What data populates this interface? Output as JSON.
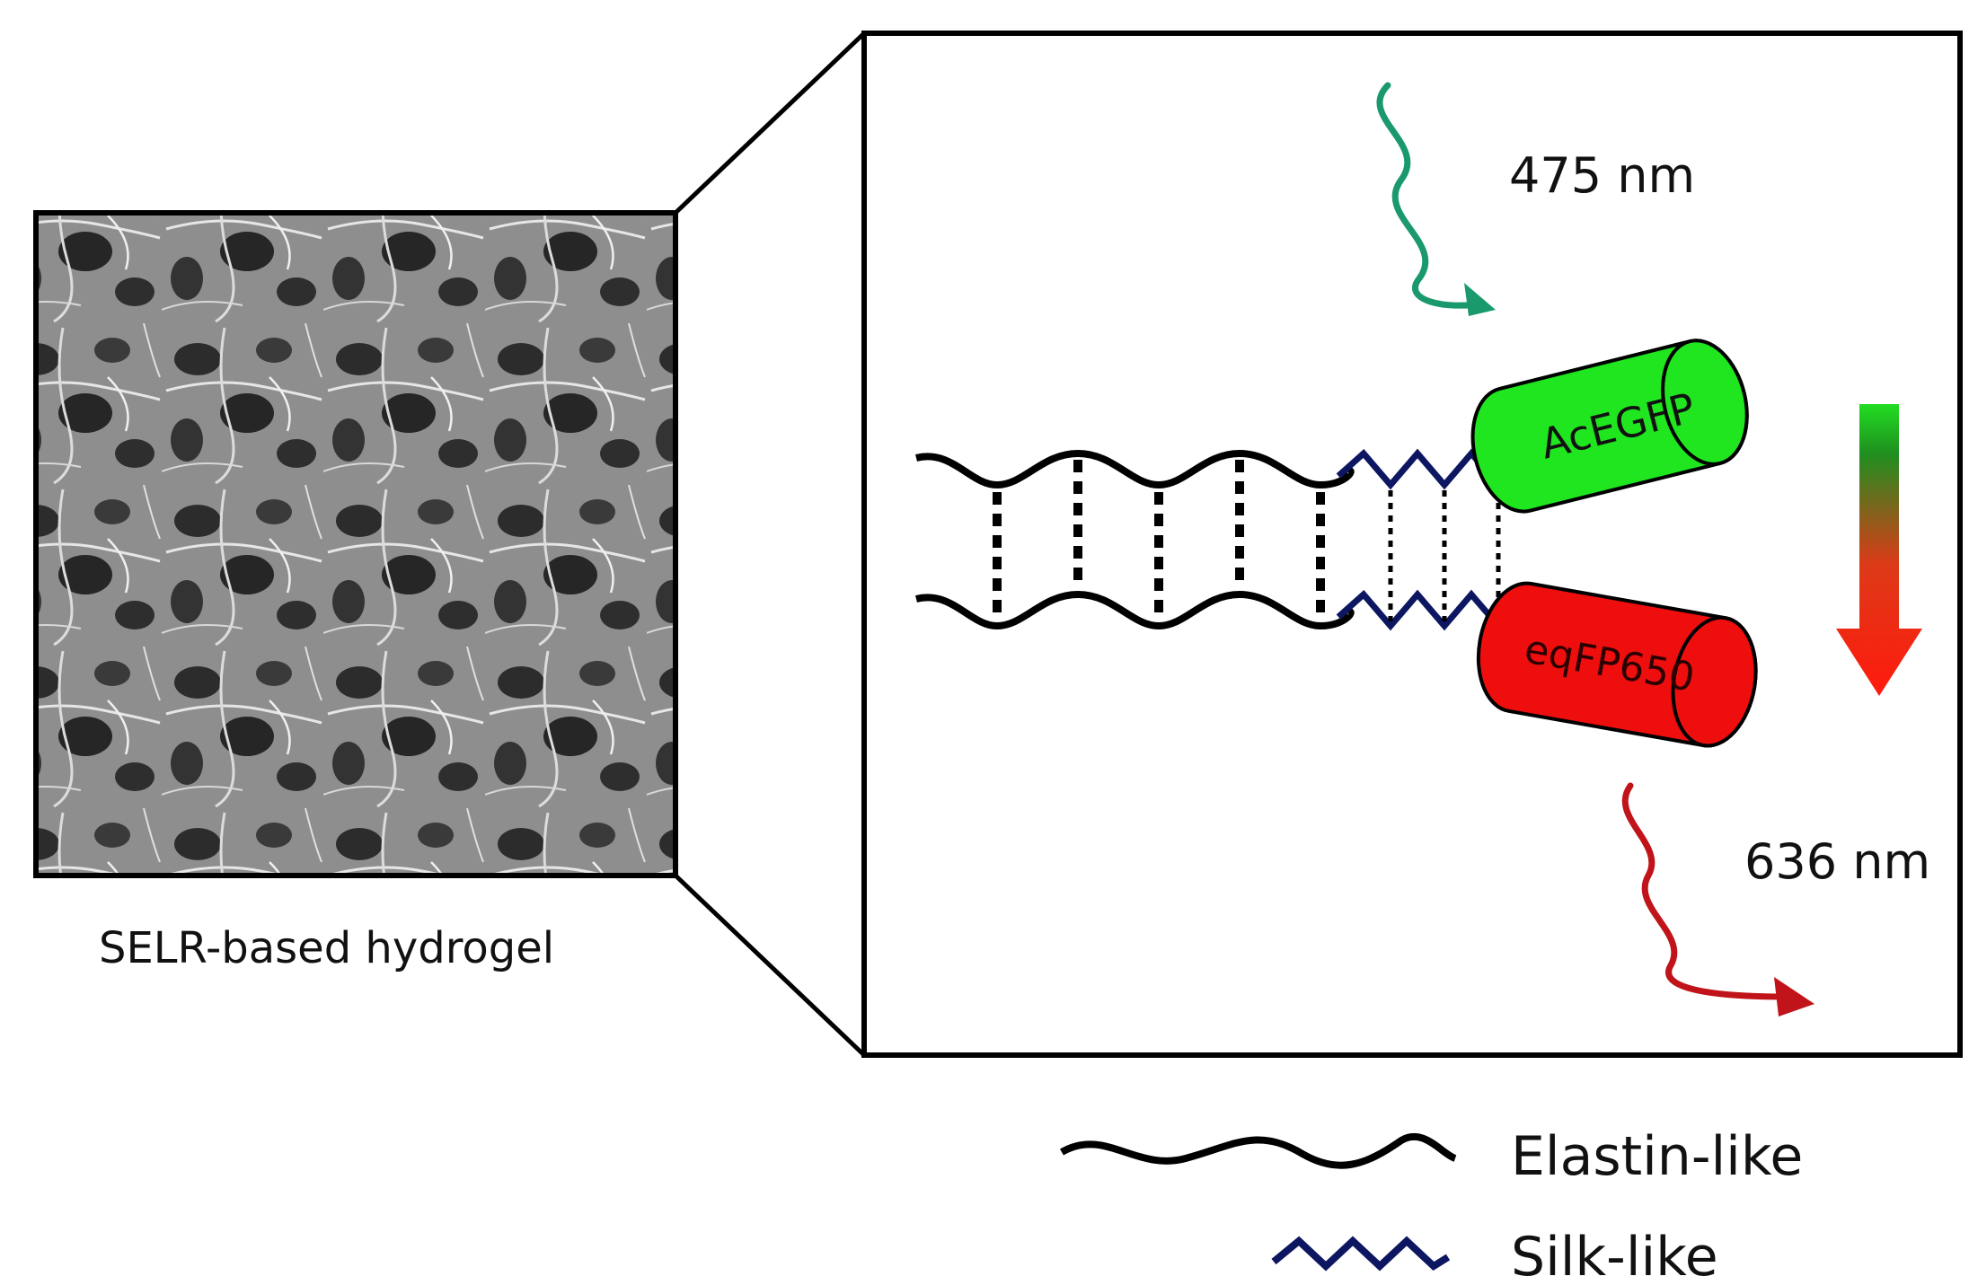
{
  "figure": {
    "image_caption": "SELR-based hydrogel",
    "excitation_label": "475 nm",
    "emission_label": "636 nm",
    "donor_label": "AcEGFP",
    "acceptor_label": "eqFP650",
    "legend": {
      "elastin": "Elastin-like",
      "silk": "Silk-like"
    },
    "colors": {
      "excitation": "#1a9a6c",
      "emission": "#c0141a",
      "donor": "#1fe61f",
      "acceptor": "#ee0e0e",
      "silk": "#0d1660",
      "elastin": "#000000"
    }
  }
}
